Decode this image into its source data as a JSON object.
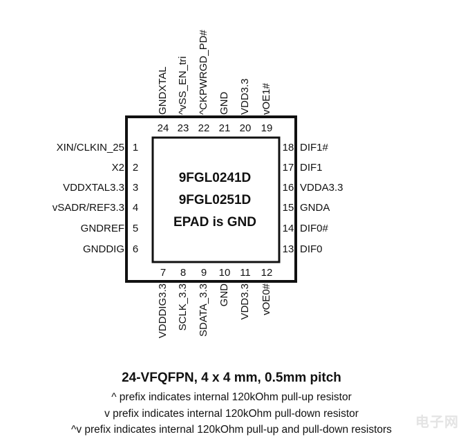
{
  "package": {
    "part_numbers": [
      "9FGL0241D",
      "9FGL0251D"
    ],
    "epad_note": "EPAD is GND"
  },
  "pins": {
    "left": [
      {
        "num": "1",
        "name": "XIN/CLKIN_25"
      },
      {
        "num": "2",
        "name": "X2"
      },
      {
        "num": "3",
        "name": "VDDXTAL3.3"
      },
      {
        "num": "4",
        "name": "vSADR/REF3.3"
      },
      {
        "num": "5",
        "name": "GNDREF"
      },
      {
        "num": "6",
        "name": "GNDDIG"
      }
    ],
    "bottom": [
      {
        "num": "7",
        "name": "VDDDIG3.3"
      },
      {
        "num": "8",
        "name": "SCLK_3.3"
      },
      {
        "num": "9",
        "name": "SDATA_3.3"
      },
      {
        "num": "10",
        "name": "GND"
      },
      {
        "num": "11",
        "name": "VDD3.3"
      },
      {
        "num": "12",
        "name": "vOE0#"
      }
    ],
    "right": [
      {
        "num": "18",
        "name": "DIF1#"
      },
      {
        "num": "17",
        "name": "DIF1"
      },
      {
        "num": "16",
        "name": "VDDA3.3"
      },
      {
        "num": "15",
        "name": "GNDA"
      },
      {
        "num": "14",
        "name": "DIF0#"
      },
      {
        "num": "13",
        "name": "DIF0"
      }
    ],
    "top": [
      {
        "num": "24",
        "name": "GNDXTAL"
      },
      {
        "num": "23",
        "name": "^vSS_EN_tri"
      },
      {
        "num": "22",
        "name": "^CKPWRGD_PD#"
      },
      {
        "num": "21",
        "name": "GND"
      },
      {
        "num": "20",
        "name": "VDD3.3"
      },
      {
        "num": "19",
        "name": "vOE1#"
      }
    ]
  },
  "caption": {
    "title": "24-VFQFPN, 4 x 4 mm, 0.5mm pitch",
    "notes": [
      "^ prefix indicates internal 120kOhm pull-up resistor",
      "v prefix indicates internal 120kOhm pull-down resistor",
      "^v prefix indicates internal 120kOhm pull-up and pull-down resistors"
    ]
  },
  "watermark": "电子网",
  "colors": {
    "line": "#111111",
    "background": "#ffffff",
    "watermark": "#e4e4e4"
  }
}
